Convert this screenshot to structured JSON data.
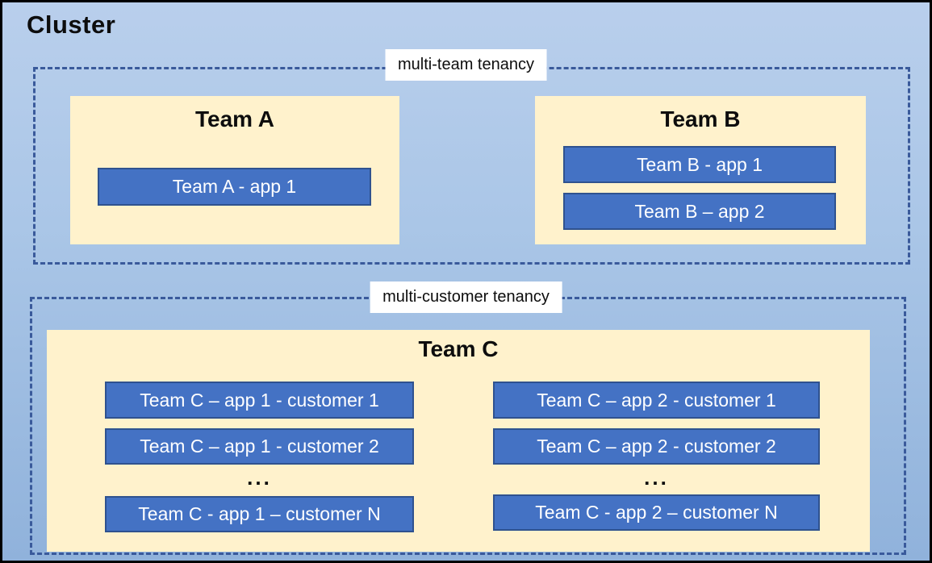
{
  "cluster": {
    "title": "Cluster"
  },
  "multi_team": {
    "label": "multi-team tenancy",
    "team_a": {
      "title": "Team A",
      "app1": "Team A - app 1"
    },
    "team_b": {
      "title": "Team B",
      "app1": "Team B - app 1",
      "app2": "Team B – app 2"
    }
  },
  "multi_customer": {
    "label": "multi-customer tenancy",
    "team_c": {
      "title": "Team C",
      "col1": {
        "row1": "Team C – app 1 - customer 1",
        "row2": "Team C – app 1 - customer 2",
        "ellipsis": "...",
        "rowN": "Team C - app 1 – customer N"
      },
      "col2": {
        "row1": "Team C – app 2 - customer 1",
        "row2": "Team C – app 2 - customer 2",
        "ellipsis": "...",
        "rowN": "Team C - app 2 – customer N"
      }
    }
  },
  "colors": {
    "canvas_bg_top": "#b9cfec",
    "canvas_bg_bottom": "#90b2db",
    "outer_border": "#000000",
    "dashed_border": "#3a5a9b",
    "team_panel_bg": "#fff2cc",
    "app_box_fill": "#4472c4",
    "app_box_border": "#2f528f",
    "app_box_text": "#ffffff",
    "label_bg": "#ffffff",
    "text_dark": "#0d0d0d"
  }
}
